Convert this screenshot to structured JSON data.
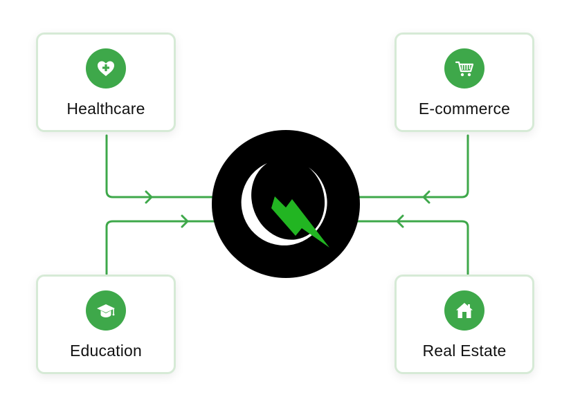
{
  "colors": {
    "accent": "#3ea84a",
    "card_border": "#d6ead6",
    "hub_background": "#000000",
    "logo_bolt": "#22b522"
  },
  "hub": {
    "logo": "lightning-bolt-ring-logo"
  },
  "cards": [
    {
      "label": "Healthcare",
      "icon": "heart-plus-icon"
    },
    {
      "label": "E-commerce",
      "icon": "shopping-cart-icon"
    },
    {
      "label": "Education",
      "icon": "graduation-cap-icon"
    },
    {
      "label": "Real Estate",
      "icon": "house-icon"
    }
  ]
}
